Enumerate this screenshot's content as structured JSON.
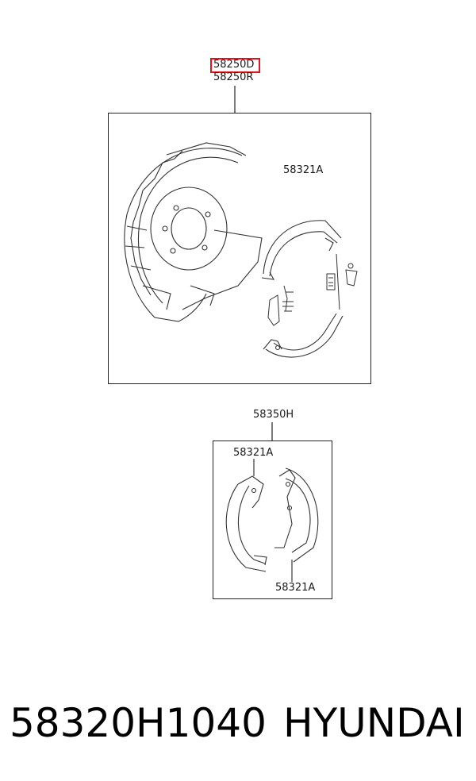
{
  "labels": {
    "assembly_highlighted": "58250D",
    "assembly": "58250R",
    "shoe_upper": "58321A",
    "kit": "58350H",
    "kit_shoe_left": "58321A",
    "kit_shoe_right": "58321A"
  },
  "footer": {
    "part_number": "58320H1040",
    "brand": "HYUNDAI"
  },
  "colors": {
    "line": "#222222",
    "highlight": "#e0141e"
  }
}
